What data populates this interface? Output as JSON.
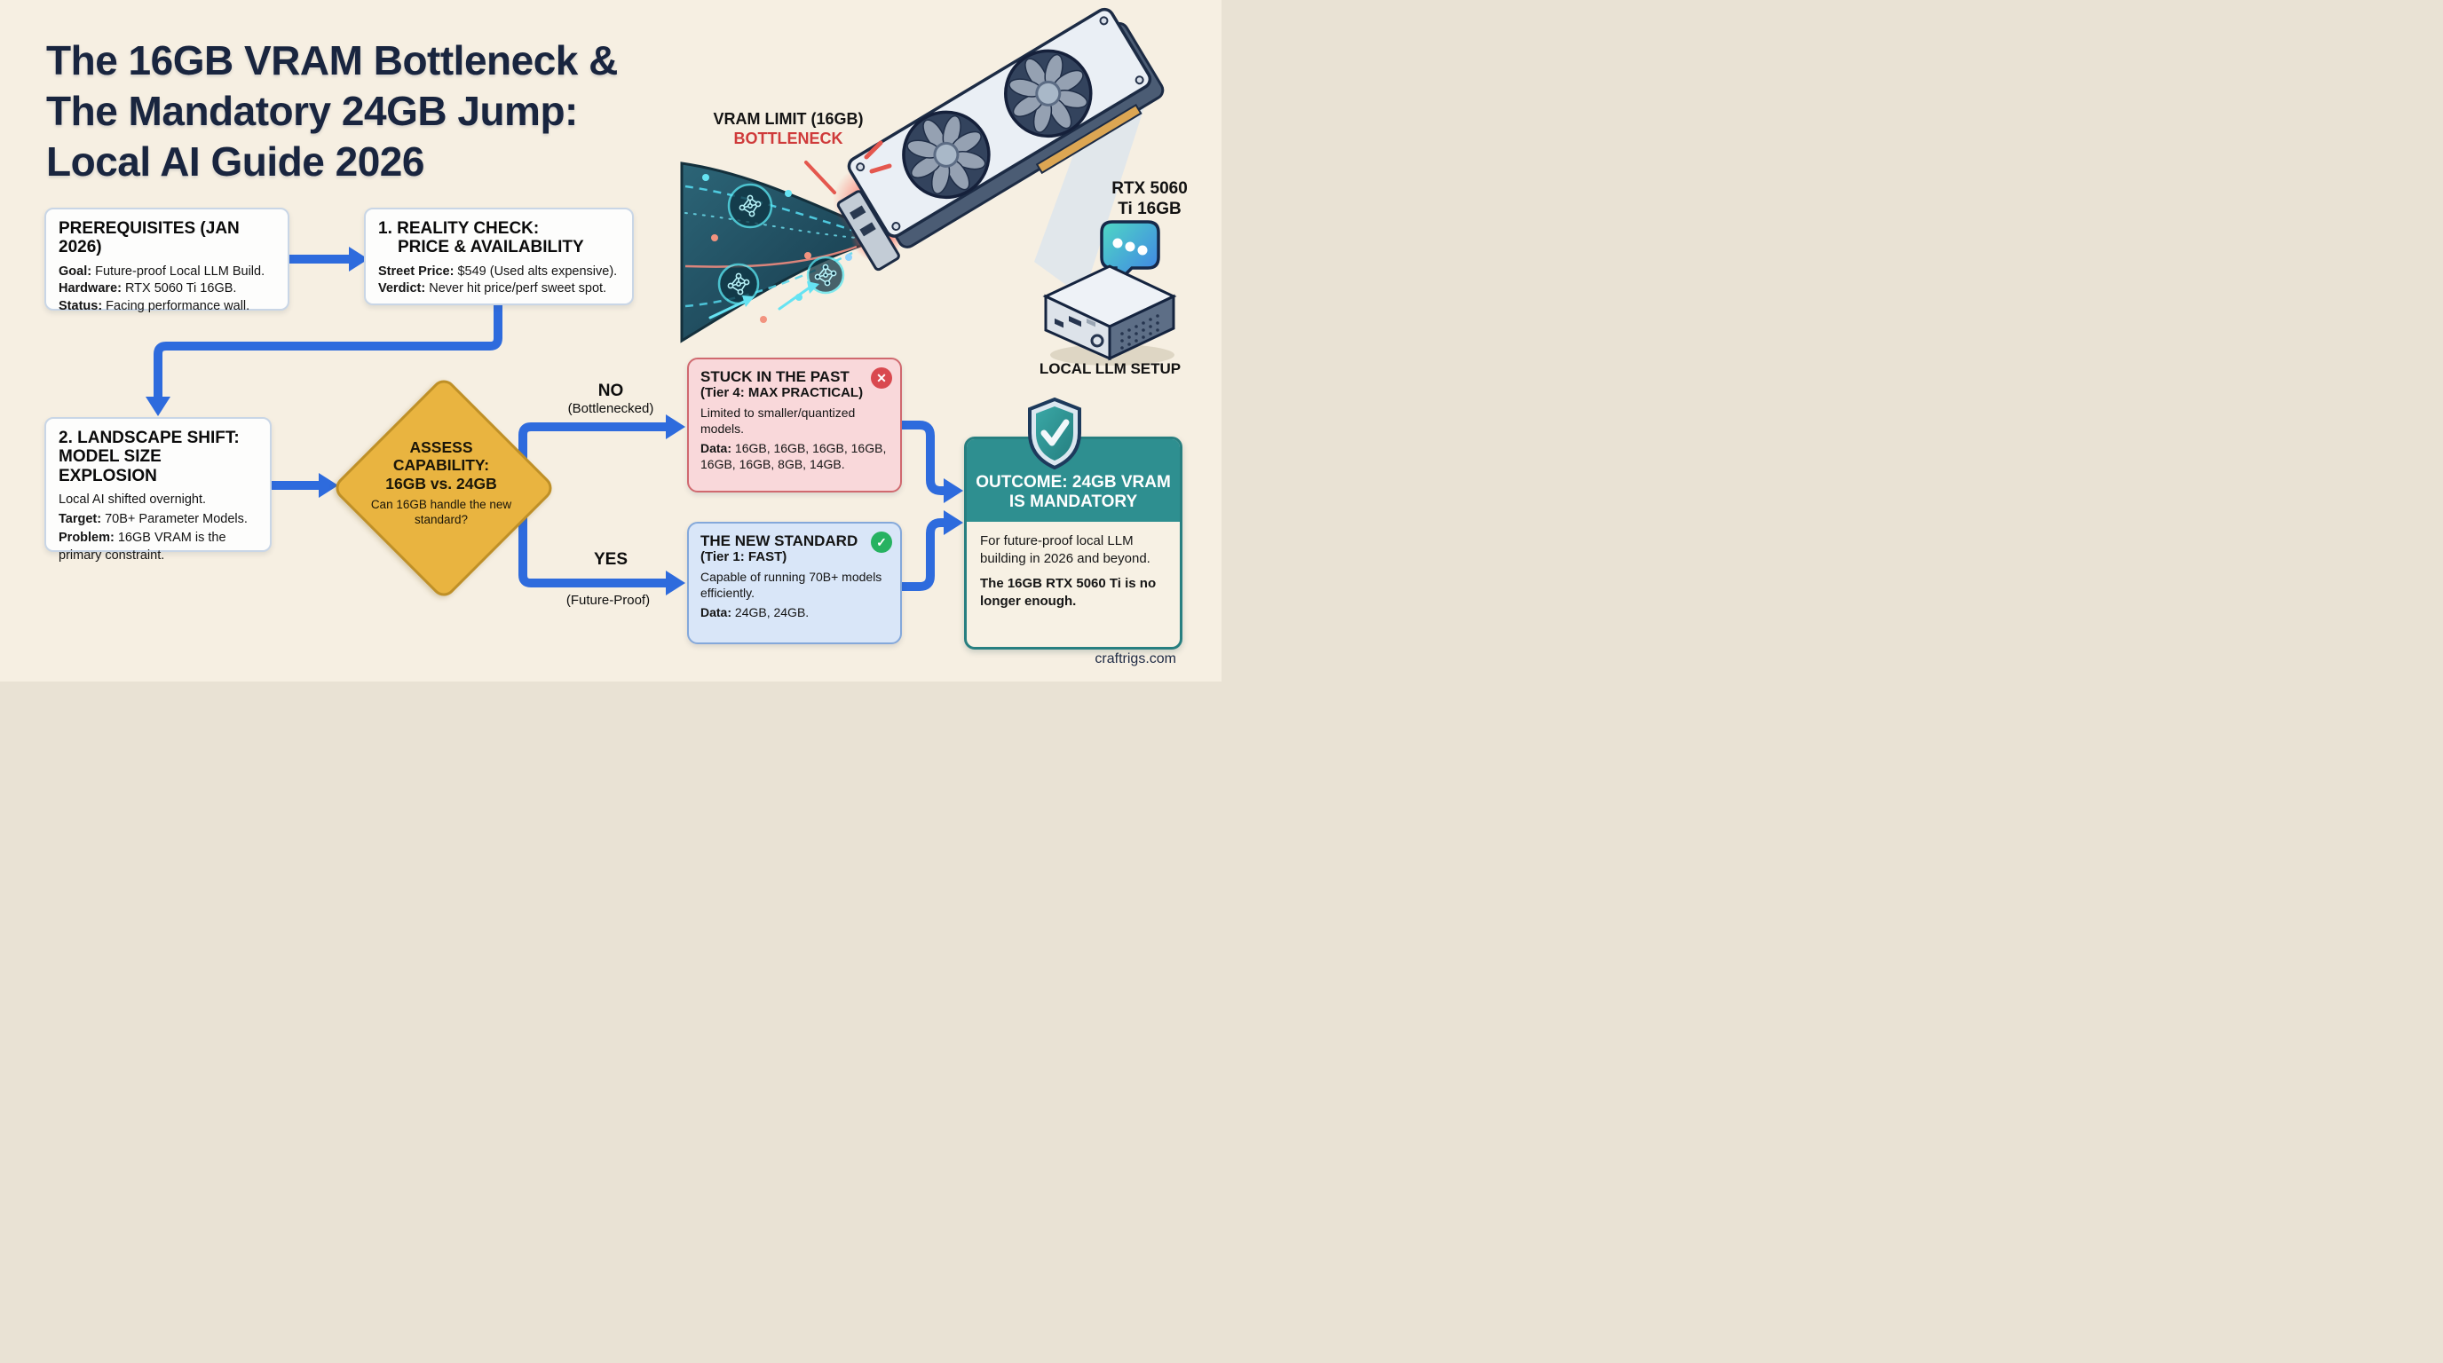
{
  "meta": {
    "site": "craftrigs.com"
  },
  "title": {
    "line1": "The 16GB VRAM Bottleneck &",
    "line2": "The Mandatory 24GB Jump:",
    "line3": "Local AI Guide 2026"
  },
  "illustration": {
    "vram_limit_label": "VRAM LIMIT (16GB)",
    "bottleneck_label": "BOTTLENECK",
    "gpu_label_line1": "RTX 5060",
    "gpu_label_line2": "Ti 16GB",
    "local_llm_label": "LOCAL LLM SETUP"
  },
  "prerequisites": {
    "title": "PREREQUISITES (JAN 2026)",
    "rows": [
      {
        "label": "Goal:",
        "text": " Future-proof Local LLM Build."
      },
      {
        "label": "Hardware:",
        "text": " RTX 5060 Ti 16GB."
      },
      {
        "label": "Status:",
        "text": " Facing performance wall."
      }
    ]
  },
  "reality_check": {
    "title_line1": "1. REALITY CHECK:",
    "title_line2": "PRICE & AVAILABILITY",
    "rows": [
      {
        "label": "Street Price:",
        "text": " $549 (Used alts expensive)."
      },
      {
        "label": "Verdict:",
        "text": " Never hit price/perf sweet spot."
      }
    ]
  },
  "landscape_shift": {
    "title_line1": "2. LANDSCAPE SHIFT:",
    "title_line2": "MODEL SIZE EXPLOSION",
    "intro": "Local AI shifted overnight.",
    "rows": [
      {
        "label": "Target:",
        "text": " 70B+ Parameter Models."
      },
      {
        "label": "Problem:",
        "text": " 16GB VRAM is the primary constraint."
      }
    ]
  },
  "decision": {
    "title_line1": "ASSESS",
    "title_line2": "CAPABILITY:",
    "title_line3": "16GB vs. 24GB",
    "question": "Can 16GB handle the new standard?",
    "no_label": "NO",
    "no_sub": "(Bottlenecked)",
    "yes_label": "YES",
    "yes_sub": "(Future-Proof)"
  },
  "stuck_box": {
    "title": "STUCK IN THE PAST",
    "subtitle": "(Tier 4: MAX PRACTICAL)",
    "badge_glyph": "✕",
    "body": "Limited to smaller/quantized models.",
    "data_label": "Data:",
    "data_text": " 16GB, 16GB, 16GB, 16GB, 16GB, 16GB, 8GB, 14GB."
  },
  "new_standard_box": {
    "title": "THE NEW STANDARD",
    "subtitle": "(Tier 1: FAST)",
    "badge_glyph": "✓",
    "body": "Capable of running 70B+ models efficiently.",
    "data_label": "Data:",
    "data_text": " 24GB, 24GB."
  },
  "outcome": {
    "header_line1": "OUTCOME: 24GB VRAM",
    "header_line2": "IS MANDATORY",
    "body": "For future-proof local LLM building in 2026 and beyond.",
    "emphasis": "The 16GB RTX 5060 Ti is no longer enough."
  },
  "colors": {
    "background": "#F6EFE2",
    "title_navy": "#19253F",
    "arrow_blue": "#2E6BDD",
    "diamond_gold": "#E9B440",
    "stuck_pink": "#F9D8DA",
    "stuck_border": "#D0696F",
    "badge_red": "#D9494F",
    "new_blue": "#D9E6F8",
    "new_border": "#84A8DA",
    "badge_green": "#27B261",
    "outcome_teal": "#2E8F90",
    "bottleneck_red": "#CF3A3A"
  }
}
